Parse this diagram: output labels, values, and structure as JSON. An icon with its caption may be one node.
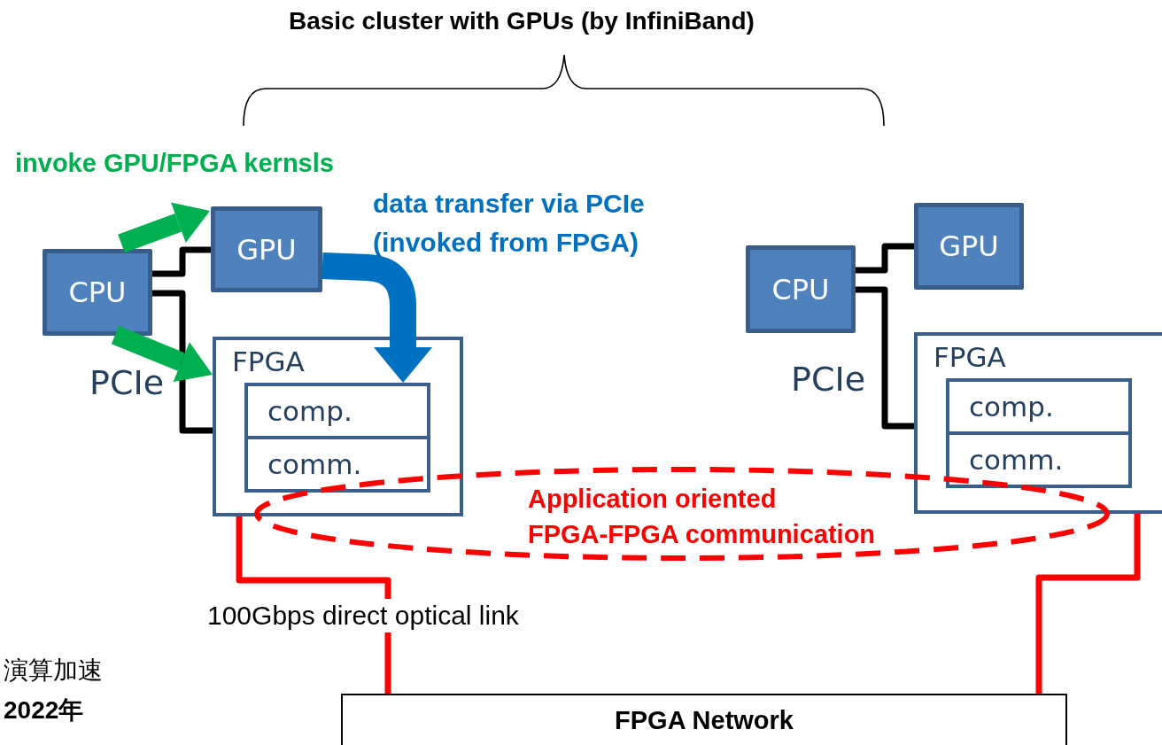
{
  "diagram": {
    "nodes": [
      {
        "text": [
          "CPU"
        ]
      },
      {
        "text": [
          "GPU"
        ]
      },
      {
        "text": [
          "FPGA"
        ]
      },
      {
        "text": [
          "comp."
        ],
        "in": 2
      },
      {
        "text": [
          "comm."
        ],
        "in": 2
      },
      {
        "text": [
          "CPU"
        ]
      },
      {
        "text": [
          "GPU"
        ]
      },
      {
        "text": [
          "FPGA"
        ]
      },
      {
        "text": [
          "comp."
        ],
        "in": 7
      },
      {
        "text": [
          "comm."
        ],
        "in": 7
      },
      {
        "text": [
          "Application oriented FPGA-FPGA communication"
        ]
      },
      {
        "text": [
          "FPGA Network"
        ]
      }
    ],
    "edges": [
      {
        "from": 0,
        "to": 1,
        "arrow": "none"
      },
      {
        "from": 0,
        "to": 2,
        "arrow": "none"
      },
      {
        "from": 0,
        "to": 1,
        "arrow": "to",
        "style": "thick",
        "color": "#00b050"
      },
      {
        "from": 0,
        "to": 2,
        "arrow": "to",
        "style": "thick",
        "color": "#00b050"
      },
      {
        "from": 1,
        "to": 3,
        "arrow": "to",
        "style": "thick",
        "color": "#0070c0",
        "label": "data transfer via PCIe (invoked from FPGA)"
      },
      {
        "from": 5,
        "to": 6,
        "arrow": "none"
      },
      {
        "from": 5,
        "to": 7,
        "arrow": "none"
      },
      {
        "from": 2,
        "to": 11,
        "arrow": "none",
        "color": "#ff0000",
        "label": "100Gbps direct optical link"
      },
      {
        "from": 7,
        "to": 11,
        "arrow": "none",
        "color": "#ff0000"
      }
    ],
    "labels": [
      "Basic cluster with GPUs (by InfiniBand)",
      "invoke GPU/FPGA kernsls",
      "PCIe",
      "PCIe",
      "演算加速",
      "2022年"
    ]
  }
}
